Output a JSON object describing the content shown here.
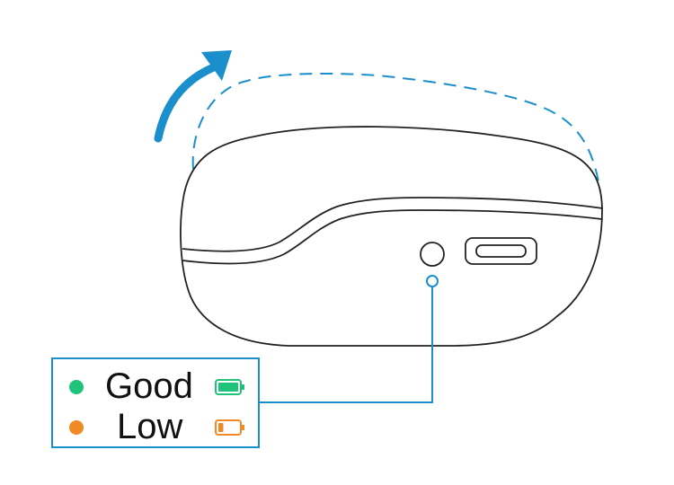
{
  "legend": {
    "items": [
      {
        "label": "Good",
        "dot_color": "#1fc37a",
        "battery_icon": "battery-full-icon",
        "battery_level": 1.0
      },
      {
        "label": "Low",
        "dot_color": "#f08a24",
        "battery_icon": "battery-low-icon",
        "battery_level": 0.25
      }
    ]
  },
  "colors": {
    "accent": "#1a8fcc",
    "outline": "#222222"
  },
  "icons": {
    "lid_motion": "open-arrow-icon",
    "indicator": "led-indicator-icon",
    "port": "usb-c-port-icon"
  }
}
